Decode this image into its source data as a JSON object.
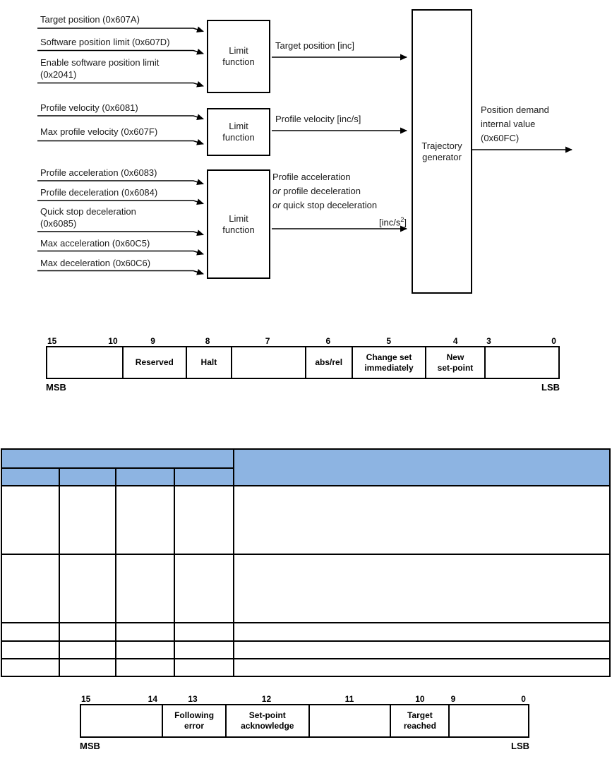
{
  "diagram": {
    "limit_box_label": "Limit\nfunction",
    "trajectory_box_label": "Trajectory\ngenerator",
    "inputs": [
      {
        "label": "Target position (0x607A)"
      },
      {
        "label": "Software position limit (0x607D)"
      },
      {
        "label": "Enable software position limit\n(0x2041)"
      },
      {
        "label": "Profile velocity (0x6081)"
      },
      {
        "label": "Max profile velocity (0x607F)"
      },
      {
        "label": "Profile acceleration (0x6083)"
      },
      {
        "label": "Profile deceleration (0x6084)"
      },
      {
        "label": "Quick stop deceleration\n(0x6085)"
      },
      {
        "label": "Max acceleration (0x60C5)"
      },
      {
        "label": "Max deceleration (0x60C6)"
      }
    ],
    "mid_labels": {
      "target_inc": "Target position [inc]",
      "profile_vel": "Profile velocity [inc/s]",
      "accel": {
        "line1": "Profile acceleration",
        "or": "or",
        "line2_rest": " profile deceleration",
        "line3_rest": " quick stop deceleration",
        "unit_pre": "[inc/s",
        "unit_sup": "2",
        "unit_post": "]"
      }
    },
    "output_label": "Position demand\ninternal value\n(0x60FC)"
  },
  "bitfield1": {
    "numbers": [
      "15",
      "10",
      "9",
      "8",
      "7",
      "6",
      "5",
      "4",
      "3",
      "0"
    ],
    "cells": [
      "",
      "Reserved",
      "Halt",
      "",
      "abs/rel",
      "Change set\nimmediately",
      "New\nset-point",
      ""
    ],
    "msb": "MSB",
    "lsb": "LSB"
  },
  "table": {
    "header_fill": "#8db4e2",
    "header": {
      "group_label": "",
      "sub_labels": [
        "",
        "",
        "",
        ""
      ],
      "right_label": ""
    },
    "rows": [
      [
        "",
        "",
        "",
        "",
        ""
      ],
      [
        "",
        "",
        "",
        "",
        ""
      ],
      [
        "",
        "",
        "",
        "",
        ""
      ],
      [
        "",
        "",
        "",
        "",
        ""
      ],
      [
        "",
        "",
        "",
        "",
        ""
      ]
    ]
  },
  "bitfield2": {
    "numbers": [
      "15",
      "14",
      "13",
      "12",
      "11",
      "10",
      "9",
      "0"
    ],
    "cells": [
      "",
      "Following\nerror",
      "Set-point\nacknowledge",
      "",
      "Target\nreached",
      ""
    ],
    "msb": "MSB",
    "lsb": "LSB"
  }
}
